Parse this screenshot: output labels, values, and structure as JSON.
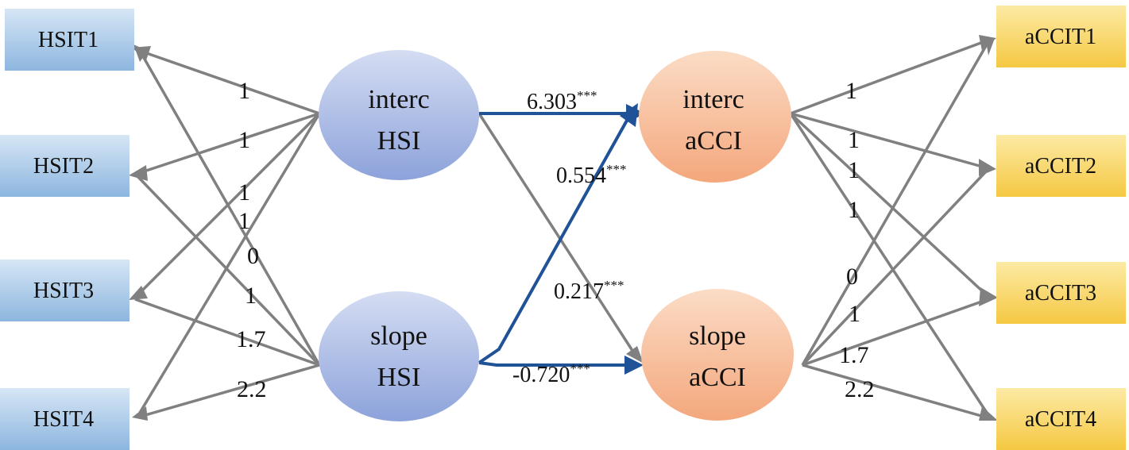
{
  "colors": {
    "gray_arrow": "#808080",
    "blue_arrow": "#1F5296",
    "hsi_box_top": "#D6E6F5",
    "hsi_box_bottom": "#8DB6DF",
    "acci_box_top": "#FCEAA4",
    "acci_box_bottom": "#F5C842",
    "hsi_node_top": "#D5DDF3",
    "hsi_node_bottom": "#8CA2DA",
    "acci_node_top": "#FBDCC6",
    "acci_node_bottom": "#F4A77C"
  },
  "hsi_items": [
    "HSIT1",
    "HSIT2",
    "HSIT3",
    "HSIT4"
  ],
  "acci_items": [
    "aCCIT1",
    "aCCIT2",
    "aCCIT3",
    "aCCIT4"
  ],
  "latent": {
    "interc_hsi": [
      "interc",
      "HSI"
    ],
    "slope_hsi": [
      "slope",
      "HSI"
    ],
    "interc_acci": [
      "interc",
      "aCCI"
    ],
    "slope_acci": [
      "slope",
      "aCCI"
    ]
  },
  "hsi_loadings": {
    "interc": [
      "1",
      "1",
      "1",
      "1"
    ],
    "slope": [
      "0",
      "1",
      "1.7",
      "2.2"
    ]
  },
  "acci_loadings": {
    "interc": [
      "1",
      "1",
      "1",
      "1"
    ],
    "slope": [
      "0",
      "1",
      "1.7",
      "2.2"
    ]
  },
  "paths": {
    "interc_to_interc": {
      "value": "6.303",
      "sig": "***"
    },
    "slope_to_interc": {
      "value": "0.554",
      "sig": "***"
    },
    "interc_to_slope": {
      "value": "0.217",
      "sig": "***"
    },
    "slope_to_slope": {
      "value": "-0.720",
      "sig": "***"
    }
  }
}
